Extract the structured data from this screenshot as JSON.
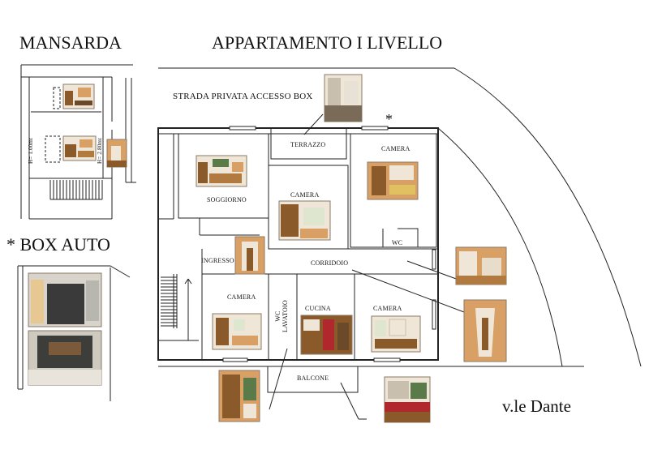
{
  "headings": {
    "mansarda": "MANSARDA",
    "appartamento": "APPARTAMENTO I LIVELLO",
    "box": "* BOX AUTO",
    "street": "v.le Dante"
  },
  "labels": {
    "strada": "STRADA PRIVATA ACCESSO BOX",
    "terrazzo": "TERRAZZO",
    "camera": "CAMERA",
    "soggiorno": "SOGGIORNO",
    "wc": "WC",
    "ingresso": "INGRESSO",
    "corridoio": "CORRIDOIO",
    "cucina": "CUCINA",
    "balcone": "BALCONE",
    "wc_lavatoio_1": "WC",
    "wc_lavatoio_2": "LAVATOIO",
    "height_low": "H= 1.00mt",
    "height_high": "H= 2.80mt",
    "star": "*"
  },
  "colors": {
    "wall": "#222222",
    "photo_wood": "#8b5a2b",
    "photo_warm": "#d9a066",
    "photo_light": "#efe6d8",
    "photo_green": "#5a7a4a",
    "photo_red": "#b0282e"
  }
}
